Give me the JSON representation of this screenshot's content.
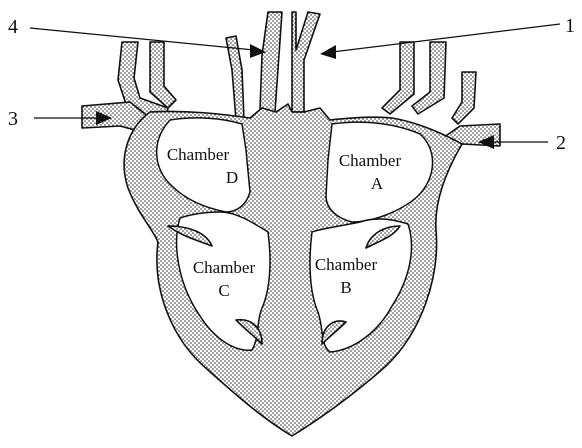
{
  "labels": {
    "vessel_1": "1",
    "vessel_2": "2",
    "vessel_3": "3",
    "vessel_4": "4"
  },
  "chambers": {
    "A": {
      "name": "Chamber",
      "letter": "A"
    },
    "B": {
      "name": "Chamber",
      "letter": "B"
    },
    "C": {
      "name": "Chamber",
      "letter": "C"
    },
    "D": {
      "name": "Chamber",
      "letter": "D"
    }
  }
}
